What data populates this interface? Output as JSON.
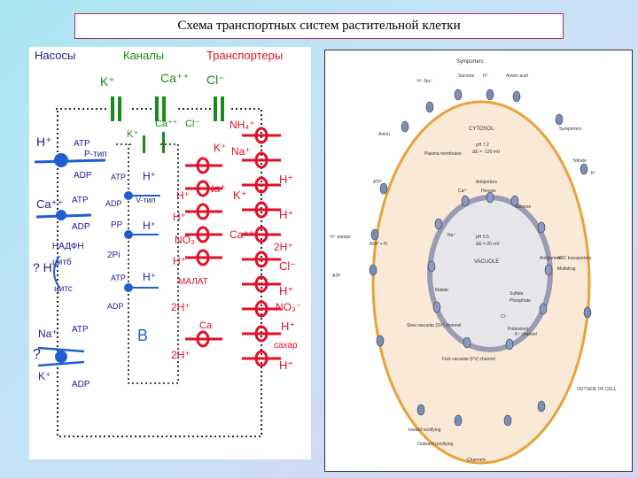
{
  "title": "Схема транспортных систем растительной клетки",
  "left_panel": {
    "headers": {
      "pumps": "Насосы",
      "channels": "Каналы",
      "transporters": "Транспортеры"
    },
    "colors": {
      "pumps": "#1b1f8c",
      "channels": "#1a8a1a",
      "transporters": "#e0102a",
      "blue": "#1e5fd0"
    },
    "top_channel_ions": [
      "K⁺",
      "Ca⁺⁺",
      "Cl⁻"
    ],
    "inner_channel_ions": [
      "K⁺",
      "Ca⁺⁺",
      "Cl⁻"
    ],
    "pump_labels": [
      "H⁺",
      "ATP",
      "ADP",
      "P-тип",
      "Ca⁺⁺",
      "ATP",
      "ADP",
      "НАДФН",
      "цитб",
      "? H⁺",
      "цитс",
      "Na⁺",
      "ATP",
      "?",
      "K⁺",
      "ADP"
    ],
    "mid_labels": [
      "ATP",
      "H⁺",
      "ADP",
      "V-тип",
      "PP",
      "H⁺",
      "2Pi",
      "ATP",
      "H⁺",
      "ADP",
      "B"
    ],
    "transporter_left_labels": [
      "K⁺",
      "H⁺",
      "Na⁺",
      "H⁺",
      "NO₃⁻",
      "H⁺",
      "МАЛАТ",
      "2H⁺",
      "Ca",
      "2H⁺"
    ],
    "transporter_right_labels": [
      "NH₄⁺",
      "Na⁺",
      "K⁺",
      "H⁺",
      "H⁺",
      "Ca⁺⁺",
      "2H⁺",
      "Cl⁻",
      "H⁺",
      "NO₃⁻",
      "H⁺",
      "сахар",
      "H⁺"
    ]
  },
  "right_panel": {
    "top_labels": [
      "Symporters",
      "Sucrose",
      "H⁺",
      "Amino acid",
      "H⁺,Na⁺"
    ],
    "cytosol_label": "CYTOSOL",
    "vacuole_label": "VACUOLE",
    "outside_label": "OUTSIDE OF CELL",
    "cytosol_values": [
      "pH 7.2",
      "ΔΕ = -120 mV"
    ],
    "vacuole_values": [
      "pH 5.5",
      "ΔΕ = 20 mV"
    ],
    "antiport_label": "Antiporters",
    "channels_label": "Channels",
    "side_labels": [
      "Plasma membrane",
      "Anion",
      "Nitrate",
      "K⁺",
      "ATP",
      "ADP + Pi",
      "H⁺ pumps",
      "ATP",
      "Inward rectifying",
      "Outward rectifying",
      "Symporters",
      "Antiporters",
      "ABC transporters",
      "Multidrug",
      "Sucrose",
      "Hexose",
      "Ca²⁺",
      "Na⁺",
      "Sulfate",
      "Phosphate",
      "Potassium",
      "Cl⁻",
      "Malate",
      "K⁺ channel",
      "Slow vacuolar (SV) channel",
      "Fast vacuolar (FV) channel"
    ]
  }
}
